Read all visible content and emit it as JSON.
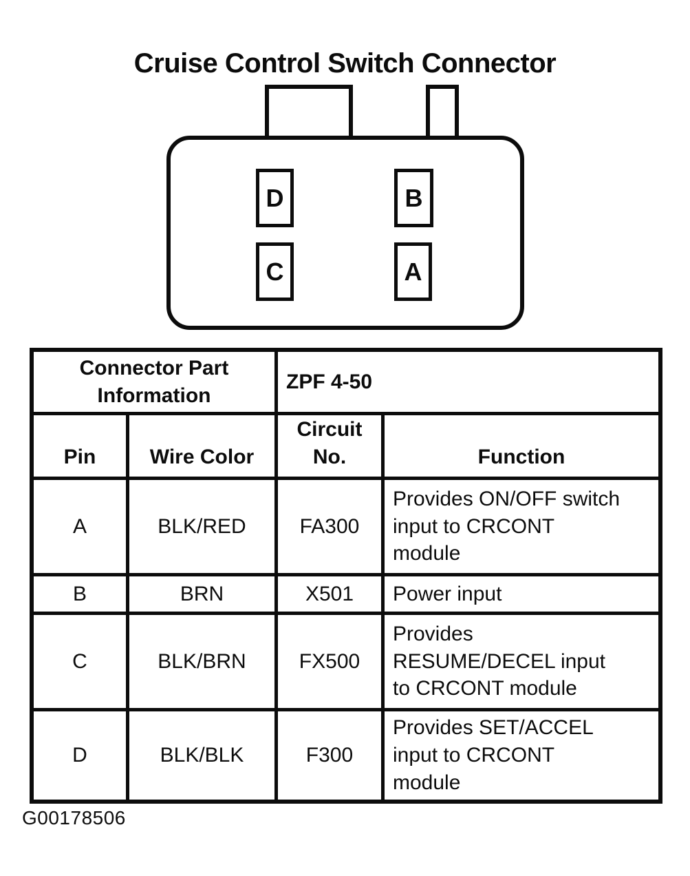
{
  "title": "Cruise Control Switch Connector",
  "connector": {
    "pins": [
      {
        "position": "top-left",
        "label": "D"
      },
      {
        "position": "top-right",
        "label": "B"
      },
      {
        "position": "bottom-left",
        "label": "C"
      },
      {
        "position": "bottom-right",
        "label": "A"
      }
    ]
  },
  "table": {
    "part_info_header": "Connector Part\nInformation",
    "part_number": "ZPF 4-50",
    "columns": [
      "Pin",
      "Wire Color",
      "Circuit\nNo.",
      "Function"
    ],
    "rows": [
      {
        "pin": "A",
        "wire_color": "BLK/RED",
        "circuit_no": "FA300",
        "function": "Provides ON/OFF switch\ninput to CRCONT\nmodule"
      },
      {
        "pin": "B",
        "wire_color": "BRN",
        "circuit_no": "X501",
        "function": "Power input"
      },
      {
        "pin": "C",
        "wire_color": "BLK/BRN",
        "circuit_no": "FX500",
        "function": "Provides\nRESUME/DECEL input\nto CRCONT module"
      },
      {
        "pin": "D",
        "wire_color": "BLK/BLK",
        "circuit_no": "F300",
        "function": "Provides SET/ACCEL\ninput to CRCONT\nmodule"
      }
    ]
  },
  "caption": "G00178506",
  "colors": {
    "ink": "#0c0c0c",
    "background": "#ffffff"
  }
}
